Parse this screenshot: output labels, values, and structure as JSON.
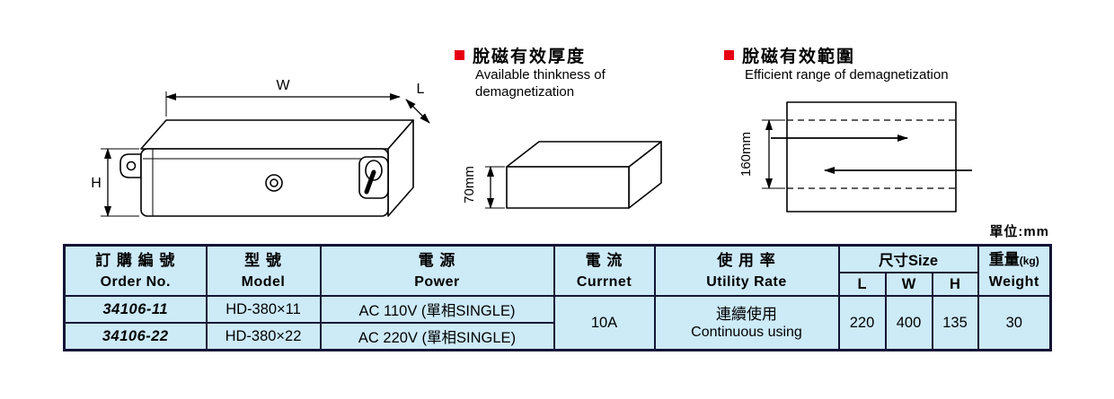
{
  "colors": {
    "accent_red": "#e60012",
    "table_bg": "#cdeaf7",
    "table_border": "#141436",
    "line_color": "#000000"
  },
  "device_drawing": {
    "width_label": "W",
    "length_label": "L",
    "height_label": "H"
  },
  "sections": {
    "thickness": {
      "heading_zh": "脫磁有效厚度",
      "heading_en_line1": "Available thinkness of",
      "heading_en_line2": "demagnetization",
      "dimension_label": "70mm"
    },
    "range": {
      "heading_zh": "脫磁有效範圍",
      "heading_en": "Efficient range of demagnetization",
      "dimension_label": "160mm"
    }
  },
  "unit_note": "單位:mm",
  "table": {
    "headers": {
      "order_zh": "訂 購 編 號",
      "order_en": "Order No.",
      "model_zh": "型 號",
      "model_en": "Model",
      "power_zh": "電 源",
      "power_en": "Power",
      "current_zh": "電 流",
      "current_en": "Currnet",
      "utility_zh": "使 用 率",
      "utility_en": "Utility Rate",
      "size": "尺寸Size",
      "size_l": "L",
      "size_w": "W",
      "size_h": "H",
      "weight_zh": "重量",
      "weight_kg": "(kg)",
      "weight_en": "Weight"
    },
    "rows": [
      {
        "order": "34106-11",
        "model": "HD-380×11",
        "power": "AC 110V (單相SINGLE)"
      },
      {
        "order": "34106-22",
        "model": "HD-380×22",
        "power": "AC 220V (單相SINGLE)"
      }
    ],
    "shared": {
      "current": "10A",
      "utility_zh": "連續使用",
      "utility_en": "Continuous using",
      "L": "220",
      "W": "400",
      "H": "135",
      "weight": "30"
    }
  }
}
